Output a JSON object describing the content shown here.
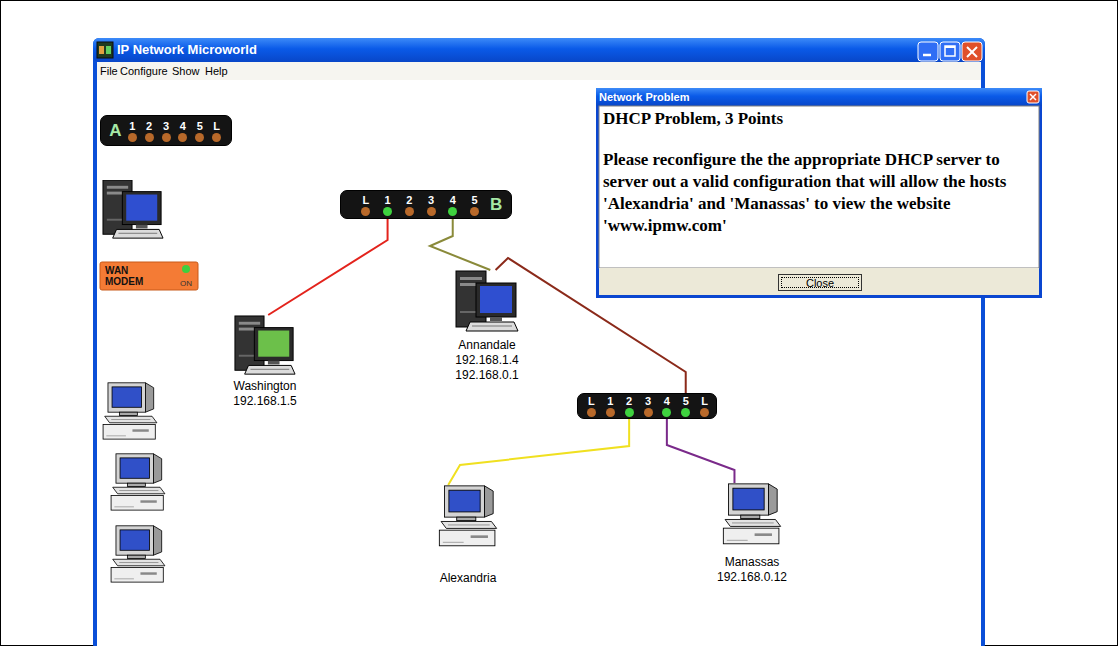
{
  "diagram": {
    "nodes": [
      {
        "text": [
          "IP Network Microworld"
        ]
      },
      {
        "text": [
          "Network Problem",
          "DHCP Problem, 3 Points",
          "Please reconfigure the the appropriate DHCP server to server out a valid configuration that will allow the hosts 'Alexandria' and 'Manassas' to view the website 'www.ipmw.com'"
        ]
      },
      {
        "text": [
          "Close"
        ],
        "in": 1
      },
      {
        "text": [
          "A",
          "1",
          "2",
          "3",
          "4",
          "5",
          "L"
        ],
        "in": 0
      },
      {
        "text": [
          "WAN MODEM",
          "ON"
        ],
        "in": 0
      },
      {
        "text": [
          "L",
          "1",
          "2",
          "3",
          "4",
          "5",
          "B"
        ],
        "in": 0
      },
      {
        "text": [
          "Washington",
          "192.168.1.5"
        ],
        "in": 0
      },
      {
        "text": [
          "Annandale",
          "192.168.1.4",
          "192.168.0.1"
        ],
        "in": 0
      },
      {
        "text": [
          "L",
          "1",
          "2",
          "3",
          "4",
          "5",
          "L"
        ],
        "in": 0
      },
      {
        "text": [
          "Alexandria"
        ],
        "in": 0
      },
      {
        "text": [
          "Manassas",
          "192.168.0.12"
        ],
        "in": 0
      }
    ],
    "edges": [
      {
        "from": 6,
        "to": 5,
        "arrow": "none"
      },
      {
        "from": 7,
        "to": 5,
        "arrow": "none"
      },
      {
        "from": 7,
        "to": 8,
        "arrow": "none"
      },
      {
        "from": 9,
        "to": 8,
        "arrow": "none"
      },
      {
        "from": 10,
        "to": 8,
        "arrow": "none"
      }
    ],
    "labels": [
      "File",
      "Configure",
      "Show",
      "Help"
    ]
  }
}
